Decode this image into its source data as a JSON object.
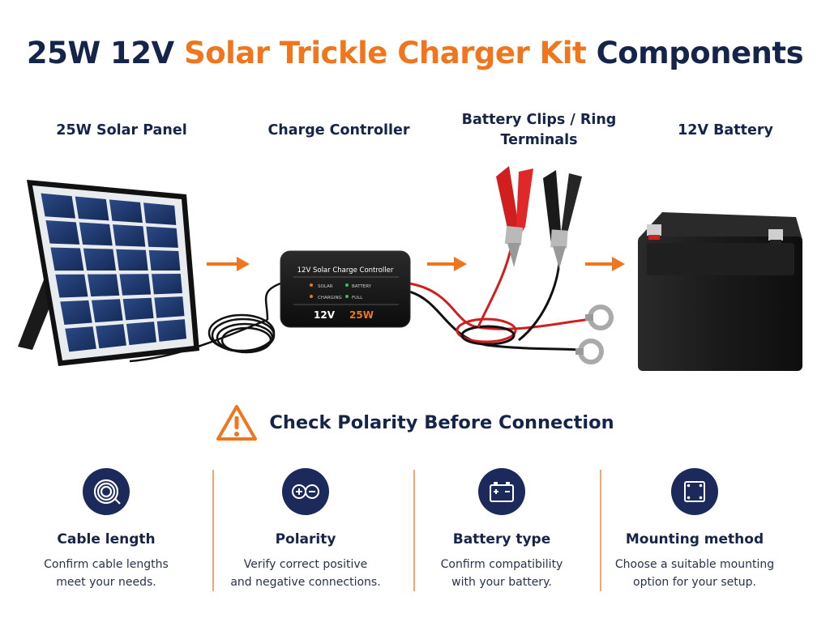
{
  "title": {
    "part1": "25W 12V",
    "part2": "Solar Trickle Charger Kit",
    "part3": "Components"
  },
  "components": {
    "panel": "25W Solar Panel",
    "controller": "Charge Controller",
    "clips": "Battery Clips / Ring Terminals",
    "battery": "12V Battery"
  },
  "controller_device": {
    "name": "12V Solar Charge Controller",
    "indicators": [
      "SOLAR",
      "BATTERY",
      "CHARGING",
      "FULL"
    ],
    "voltage": "12V",
    "power": "25W"
  },
  "warning": "Check Polarity Before Connection",
  "features": [
    {
      "icon": "cable-coil-icon",
      "title": "Cable length",
      "desc1": "Confirm cable lengths",
      "desc2": "meet your needs."
    },
    {
      "icon": "polarity-icon",
      "title": "Polarity",
      "desc1": "Verify correct positive",
      "desc2": "and negative connections."
    },
    {
      "icon": "battery-icon",
      "title": "Battery type",
      "desc1": "Confirm compatibility",
      "desc2": "with your battery."
    },
    {
      "icon": "mounting-icon",
      "title": "Mounting method",
      "desc1": "Choose a suitable mounting",
      "desc2": "option for your setup."
    }
  ],
  "colors": {
    "navy": "#15254a",
    "orange": "#f0761e",
    "icon_bg": "#1b2a5a",
    "divider": "#f3a672"
  }
}
